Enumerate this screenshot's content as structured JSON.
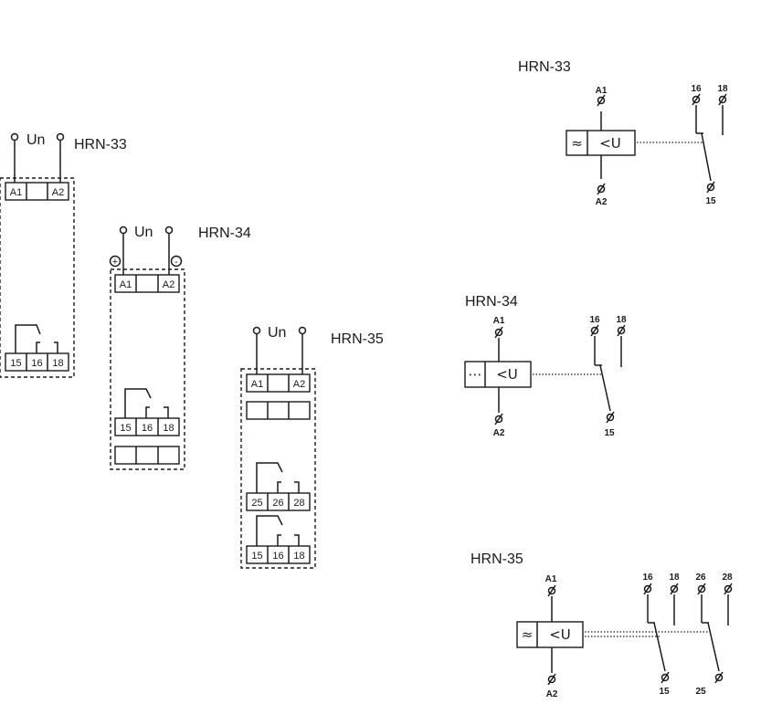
{
  "wiring": {
    "hrn33": {
      "title": "HRN-33",
      "supply": "Un",
      "t_a1": "A1",
      "t_a2": "A2",
      "t_15": "15",
      "t_16": "16",
      "t_18": "18"
    },
    "hrn34": {
      "title": "HRN-34",
      "supply": "Un",
      "t_a1": "A1",
      "t_a2": "A2",
      "t_15": "15",
      "t_16": "16",
      "t_18": "18",
      "plus": "+",
      "minus": "-"
    },
    "hrn35": {
      "title": "HRN-35",
      "supply": "Un",
      "t_a1": "A1",
      "t_a2": "A2",
      "t_25": "25",
      "t_26": "26",
      "t_28": "28",
      "t_15": "15",
      "t_16": "16",
      "t_18": "18"
    }
  },
  "schematic": {
    "hrn33": {
      "title": "HRN-33",
      "a1": "A1",
      "a2": "A2",
      "p16": "16",
      "p18": "18",
      "p15": "15",
      "mode_symbol": "≈",
      "function": "<U"
    },
    "hrn34": {
      "title": "HRN-34",
      "a1": "A1",
      "a2": "A2",
      "p16": "16",
      "p18": "18",
      "p15": "15",
      "mode_symbol": "⋯",
      "function": "<U"
    },
    "hrn35": {
      "title": "HRN-35",
      "a1": "A1",
      "a2": "A2",
      "p16": "16",
      "p18": "18",
      "p26": "26",
      "p28": "28",
      "p15": "15",
      "p25": "25",
      "mode_symbol": "≈",
      "function": "<U"
    }
  },
  "colors": {
    "ink": "#1a1a1a",
    "background": "#ffffff"
  }
}
